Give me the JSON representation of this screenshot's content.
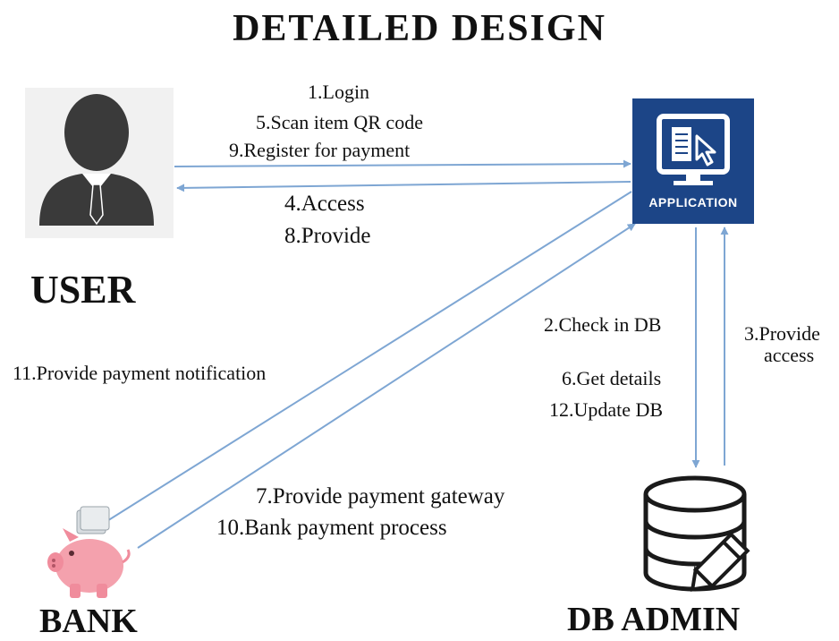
{
  "title": "DETAILED DESIGN",
  "actors": {
    "user": "USER",
    "application": "APPLICATION",
    "bank": "BANK",
    "db_admin": "DB ADMIN"
  },
  "flows": {
    "user_to_app": [
      "1.Login",
      "5.Scan item QR code",
      "9.Register for payment"
    ],
    "app_to_user": [
      "4.Access",
      "8.Provide"
    ],
    "app_to_db": [
      "2.Check in DB",
      "6.Get details",
      "12.Update DB"
    ],
    "db_to_app": [
      "3.Provide",
      "access"
    ],
    "app_to_bank": [
      "11.Provide payment notification"
    ],
    "bank_to_app": [
      "7.Provide payment gateway",
      "10.Bank payment process"
    ]
  },
  "icons": {
    "user": "user-silhouette-icon",
    "application": "monitor-cursor-icon",
    "bank": "piggy-bank-icon",
    "db_admin": "database-pencil-icon"
  },
  "colors": {
    "arrow": "#7ea6d3",
    "application_box": "#1c4587",
    "piggy": "#f4a1ad"
  }
}
